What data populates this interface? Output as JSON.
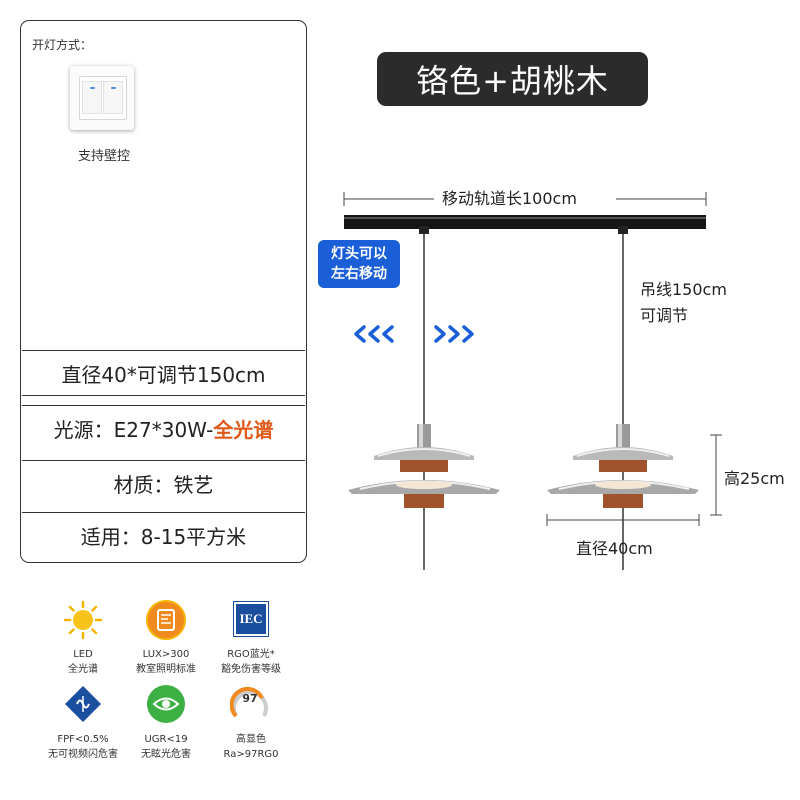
{
  "switch_section": {
    "title": "开灯方式：",
    "caption": "支持壁控"
  },
  "specs": {
    "diameter": "直径40*可调节150cm",
    "source_prefix": "光源：E27*30W-",
    "source_highlight": "全光谱",
    "material": "材质：铁艺",
    "usage": "适用：8-15平方米"
  },
  "product": {
    "finish_title": "铬色+胡桃木",
    "track_length": "移动轨道长100cm",
    "move_tag_line1": "灯头可以",
    "move_tag_line2": "左右移动",
    "cable_line1": "吊线150cm",
    "cable_line2": "可调节",
    "height": "高25cm",
    "shade_diameter": "直径40cm"
  },
  "features": [
    {
      "icon": "sun-icon",
      "line1": "LED",
      "line2": "全光谱"
    },
    {
      "icon": "lux-book-icon",
      "line1": "LUX>300",
      "line2": "教室照明标准"
    },
    {
      "icon": "iec-icon",
      "icon_text": "IEC",
      "line1": "RGO蓝光*",
      "line2": "豁免伤害等级"
    },
    {
      "icon": "flicker-free-icon",
      "line1": "FPF<0.5%",
      "line2": "无可视频闪危害"
    },
    {
      "icon": "eye-icon",
      "line1": "UGR<19",
      "line2": "无眩光危害"
    },
    {
      "icon": "cri-gauge-icon",
      "icon_text": "97",
      "line1": "高显色",
      "line2": "Ra>97RG0"
    }
  ],
  "colors": {
    "accent": "#e0581a",
    "tag_blue": "#1a5fd8",
    "badge_dark": "#2b2b2b",
    "wood": "#a0522d"
  }
}
